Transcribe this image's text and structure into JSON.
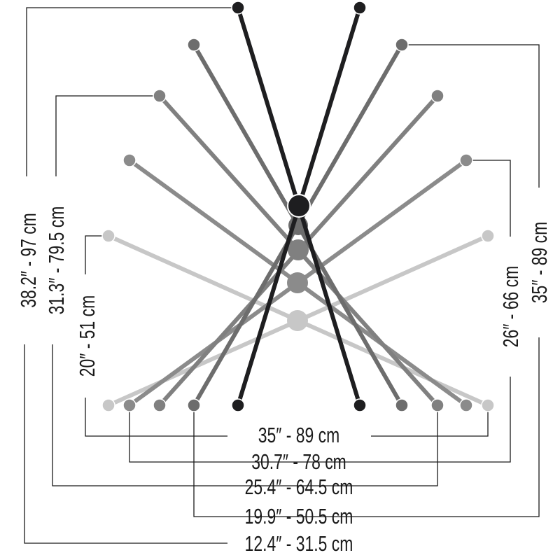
{
  "colors": {
    "background": "#ffffff",
    "ink": "#1a1a1a",
    "size_black": "#1e1e20",
    "size_dark": "#6d6d6d",
    "size_mid": "#808080",
    "size_mid2": "#8b8b8b",
    "size_light": "#c7c7c7"
  },
  "dimensions": {
    "left": [
      {
        "id": "height-black",
        "text": "38.2″ - 97 cm"
      },
      {
        "id": "height-mid",
        "text": "31.3″ - 79.5 cm"
      },
      {
        "id": "height-light",
        "text": "20″ - 51 cm"
      }
    ],
    "right": [
      {
        "id": "height-mid2",
        "text": "26″ - 66 cm"
      },
      {
        "id": "height-dark",
        "text": "35″ - 89 cm"
      }
    ],
    "bottom": [
      {
        "id": "width-light",
        "text": "35″ - 89 cm"
      },
      {
        "id": "width-mid2",
        "text": "30.7″ - 78 cm"
      },
      {
        "id": "width-mid",
        "text": "25.4″ - 64.5 cm"
      },
      {
        "id": "width-dark",
        "text": "19.9″ - 50.5 cm"
      },
      {
        "id": "width-black",
        "text": "12.4″ - 31.5 cm"
      }
    ]
  }
}
